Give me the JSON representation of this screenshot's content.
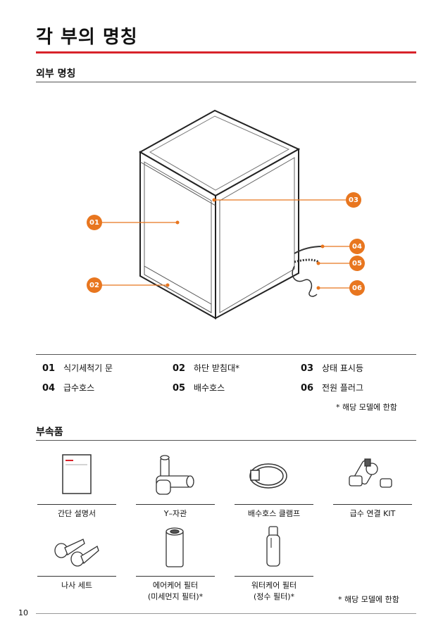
{
  "page_title": "각 부의 명칭",
  "section_exterior": "외부 명칭",
  "section_accessories": "부속품",
  "callouts": [
    "01",
    "02",
    "03",
    "04",
    "05",
    "06"
  ],
  "parts": [
    {
      "num": "01",
      "label": "식기세척기 문"
    },
    {
      "num": "02",
      "label": "하단 받침대*"
    },
    {
      "num": "03",
      "label": "상태 표시등"
    },
    {
      "num": "04",
      "label": "급수호스"
    },
    {
      "num": "05",
      "label": "배수호스"
    },
    {
      "num": "06",
      "label": "전원 플러그"
    }
  ],
  "parts_note": "* 해당 모델에 한함",
  "accessories": [
    {
      "label": "간단 설명서",
      "icon": "manual-icon"
    },
    {
      "label": "Y–자관",
      "icon": "y-pipe-icon"
    },
    {
      "label": "배수호스 클램프",
      "icon": "hose-clamp-icon"
    },
    {
      "label": "급수 연결 KIT",
      "icon": "water-kit-icon"
    },
    {
      "label": "나사 세트",
      "icon": "screw-icon"
    },
    {
      "label": "에어케어 필터",
      "label2": "(미세먼지 필터)*",
      "icon": "air-filter-icon"
    },
    {
      "label": "워터케어 필터",
      "label2": "(정수 필터)*",
      "icon": "water-filter-icon"
    }
  ],
  "accessories_note": "* 해당 모델에 한함",
  "page_number": "10",
  "colors": {
    "accent_red": "#d8232a",
    "callout_orange": "#e8761f"
  }
}
